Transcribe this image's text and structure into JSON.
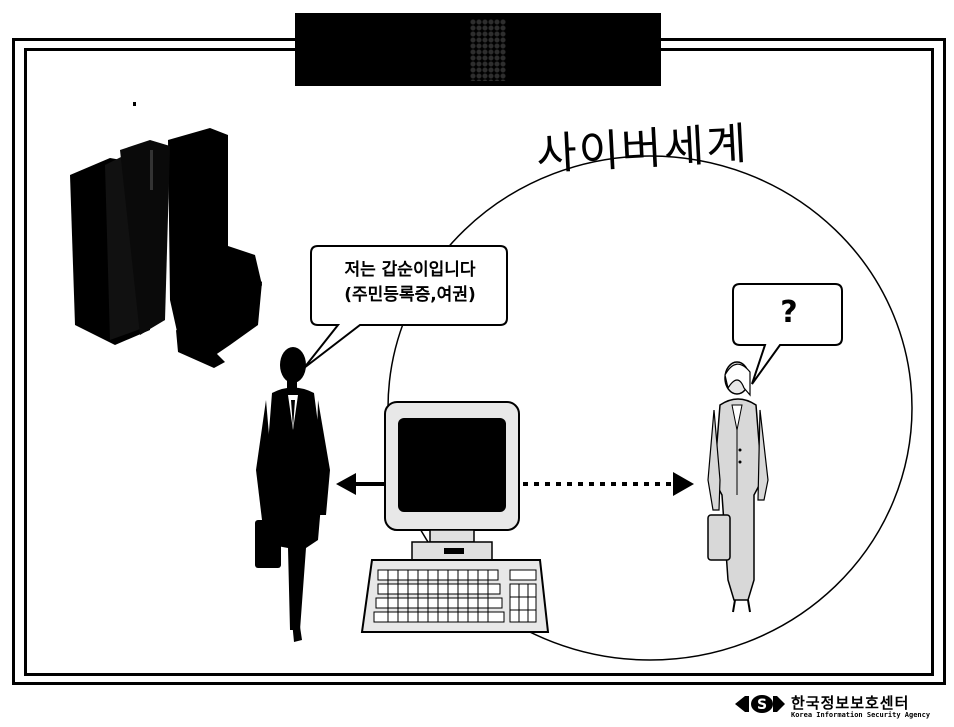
{
  "slide": {
    "cyber_world_label": "사이버세계",
    "left_bubble": {
      "line1": "저는 갑순이입니다",
      "line2": "(주민등록증,여권)"
    },
    "right_bubble": {
      "text": "?"
    },
    "logo": {
      "korean_name": "한국정보보호센터",
      "english_name": "Korea Information Security Agency",
      "mark_letters": "S"
    }
  },
  "colors": {
    "ink": "#000000",
    "paper": "#ffffff",
    "figure_fill": "#d8d8d8"
  },
  "icons": [
    "buildings-icon",
    "computer-icon",
    "woman-in-dark-suit-icon",
    "woman-in-light-suit-icon",
    "solid-arrow-icon",
    "dotted-arrow-icon"
  ]
}
